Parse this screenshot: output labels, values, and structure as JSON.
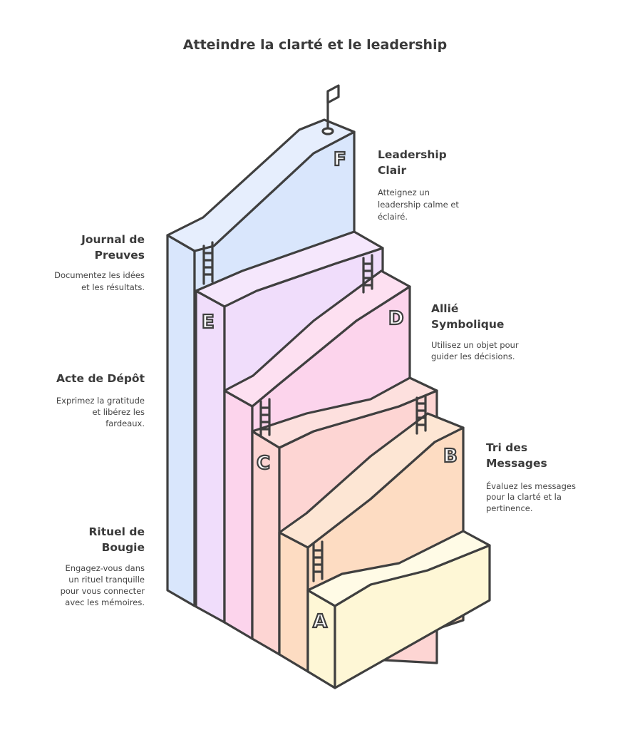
{
  "title": "Atteindre la clarté et le leadership",
  "colors": {
    "A": "#fef7d6",
    "B": "#fddcc2",
    "C": "#fdd5d3",
    "D": "#fcd4ec",
    "E": "#f0ddfb",
    "F": "#d9e6fc",
    "outline": "#3f3f3f"
  },
  "steps": [
    {
      "letter": "A",
      "title": [
        "Rituel de",
        "Bougie"
      ],
      "desc": [
        "Engagez-vous dans",
        "un rituel tranquille",
        "pour vous connecter",
        "avec les mémoires."
      ]
    },
    {
      "letter": "B",
      "title": [
        "Tri des",
        "Messages"
      ],
      "desc": [
        "Évaluez les messages",
        "pour la clarté et la",
        "pertinence."
      ]
    },
    {
      "letter": "C",
      "title": [
        "Acte de Dépôt"
      ],
      "desc": [
        "Exprimez la gratitude",
        "et libérez les",
        "fardeaux."
      ]
    },
    {
      "letter": "D",
      "title": [
        "Allié",
        "Symbolique"
      ],
      "desc": [
        "Utilisez un objet pour",
        "guider les décisions."
      ]
    },
    {
      "letter": "E",
      "title": [
        "Journal de",
        "Preuves"
      ],
      "desc": [
        "Documentez les idées",
        "et les résultats."
      ]
    },
    {
      "letter": "F",
      "title": [
        "Leadership",
        "Clair"
      ],
      "desc": [
        "Atteignez un",
        "leadership calme et",
        "éclairé."
      ]
    }
  ]
}
